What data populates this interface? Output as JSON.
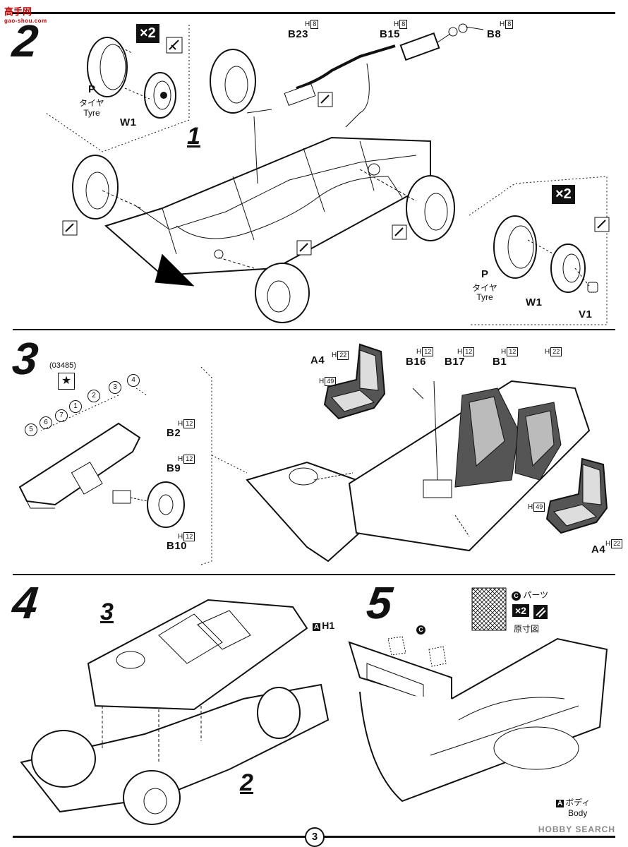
{
  "watermark_logo": "高手网",
  "watermark_logo_sub": "gao-shou.com",
  "watermark_footer": "HOBBY SEARCH",
  "page_number": "3",
  "steps": {
    "s2": {
      "number": "2",
      "x2_top": "×2",
      "x2_right": "×2",
      "p_top": "P",
      "taiya_top": "タイヤ",
      "tyre_top": "Tyre",
      "w1_top": "W1",
      "p_right": "P",
      "taiya_right": "タイヤ",
      "tyre_right": "Tyre",
      "w1_right": "W1",
      "v1": "V1",
      "sub1": "1",
      "b23": "B23",
      "b23_h": "8",
      "b15": "B15",
      "b15_h": "8",
      "b8": "B8",
      "b8_h": "8",
      "h_prefix": "H"
    },
    "s3": {
      "number": "3",
      "code": "(03485)",
      "star": "★",
      "gauges": [
        "1",
        "2",
        "3",
        "4",
        "5",
        "6",
        "7"
      ],
      "b2": "B2",
      "b2_h": "12",
      "b9": "B9",
      "b9_h": "12",
      "b10": "B10",
      "b10_h": "12",
      "a4_top": "A4",
      "a4_top_h": "22",
      "a4_top_h2": "49",
      "b16": "B16",
      "b16_h": "12",
      "b17": "B17",
      "b17_h": "12",
      "b1": "B1",
      "b1_h": "12",
      "seat_h": "22",
      "h49": "49",
      "a4_bottom": "A4",
      "a4_bottom_h": "22"
    },
    "s4": {
      "number": "4",
      "sub3": "3",
      "sub2": "2"
    },
    "s5": {
      "number": "5",
      "parts_label": "パーツ",
      "parts_mark": "C",
      "x2": "×2",
      "scale_label": "原寸図",
      "a_h1_a": "A",
      "a_h1": "H1",
      "c_mark": "C",
      "body_a": "A",
      "body_jp": "ボディ",
      "body_en": "Body"
    }
  }
}
